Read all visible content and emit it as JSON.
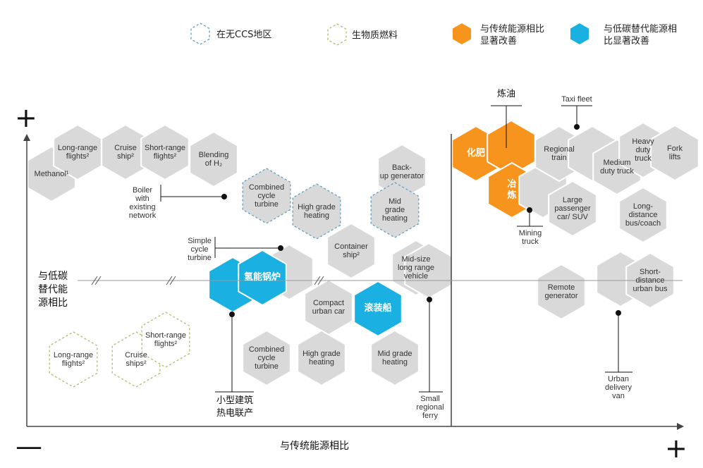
{
  "legend": {
    "no_ccs": "在无CCS地区",
    "biofuel": "生物质燃料",
    "vs_conventional": "与传统能源相比\n显著改善",
    "vs_low_carbon": "与低碳替代能源相\n比显著改善"
  },
  "colors": {
    "gray_hex": "#d9d9d9",
    "orange_hex": "#f7941d",
    "blue_hex": "#1ab0e2",
    "dashed_blue": "#5b9fc2",
    "dashed_green": "#b5b86a",
    "axis": "#444444"
  },
  "axes": {
    "x_title": "与传统能源相比",
    "y_title": "与低碳\n替代能\n源相比",
    "plus": "+",
    "minus": "—"
  },
  "hexes": [
    {
      "label": "Methanol¹",
      "style": "gray"
    },
    {
      "label": "Long-range\nflights²",
      "style": "gray"
    },
    {
      "label": "Cruise\nship²",
      "style": "gray"
    },
    {
      "label": "Short-range\nflights²",
      "style": "gray"
    },
    {
      "label": "Blending\nof H₂",
      "style": "gray"
    },
    {
      "label": "Combined\ncycle\nturbine",
      "style": "dashed-blue"
    },
    {
      "label": "High grade\nheating",
      "style": "dashed-blue"
    },
    {
      "label": "Back-\nup generator",
      "style": "gray"
    },
    {
      "label": "Mid\ngrade\nheating",
      "style": "dashed-blue"
    },
    {
      "label": "Container\nship²",
      "style": "gray"
    },
    {
      "label": "Mid-size\nlong range\nvehicle",
      "style": "gray"
    },
    {
      "label": "",
      "style": "gray"
    },
    {
      "label": "",
      "style": "gray"
    },
    {
      "label": "",
      "style": "blue"
    },
    {
      "label": "氢能锅炉",
      "style": "blue"
    },
    {
      "label": "Compact\nurban car",
      "style": "gray"
    },
    {
      "label": "滚装船",
      "style": "blue"
    },
    {
      "label": "Long-range\nflights²",
      "style": "dashed-green"
    },
    {
      "label": "Cruise\nships²",
      "style": "dashed-green"
    },
    {
      "label": "Short-range\nflights²",
      "style": "dashed-green"
    },
    {
      "label": "Combined\ncycle\nturbine",
      "style": "gray"
    },
    {
      "label": "High grade\nheating",
      "style": "gray"
    },
    {
      "label": "Mid grade\nheating",
      "style": "gray"
    },
    {
      "label": "化肥",
      "style": "orange"
    },
    {
      "label": "",
      "style": "orange"
    },
    {
      "label": "冶\n炼",
      "style": "orange"
    },
    {
      "label": "",
      "style": "gray"
    },
    {
      "label": "Regional\ntrain",
      "style": "gray"
    },
    {
      "label": "Large\npassenger\ncar/ SUV",
      "style": "gray"
    },
    {
      "label": "",
      "style": "gray"
    },
    {
      "label": "Medium\nduty truck",
      "style": "gray"
    },
    {
      "label": "Heavy\nduty\ntruck",
      "style": "gray"
    },
    {
      "label": "Fork\nlifts",
      "style": "gray"
    },
    {
      "label": "Long-\ndistance\nbus/coach",
      "style": "gray"
    },
    {
      "label": "Remote\ngenerator",
      "style": "gray"
    },
    {
      "label": "",
      "style": "gray"
    },
    {
      "label": "Short-\ndistance\nurban bus",
      "style": "gray"
    }
  ],
  "callouts": {
    "boiler": "Boiler\nwith\nexisting\nnetwork",
    "simple_cycle": "Simple\ncycle\nturbine",
    "small_building": "小型建筑\n热电联产",
    "small_ferry": "Small\nregional\nferry",
    "refining": "炼油",
    "taxi": "Taxi fleet",
    "mining": "Mining\ntruck",
    "urban_van": "Urban\ndelivery\nvan"
  }
}
